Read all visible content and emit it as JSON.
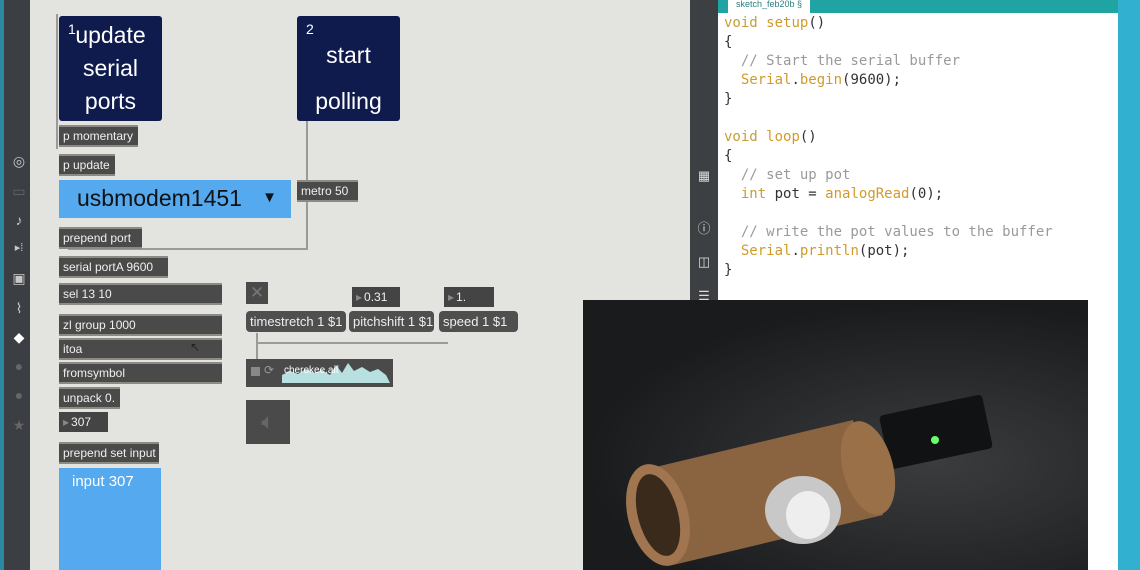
{
  "left_toolbar": {
    "icons": [
      "target-icon",
      "keyboard-icon",
      "music-note-icon",
      "media-step-icon",
      "image-icon",
      "paperclip-icon",
      "plug-icon",
      "p-icon",
      "b-icon",
      "star-icon"
    ]
  },
  "patch": {
    "update_button": {
      "number": "1",
      "label_lines": [
        "update",
        "serial",
        "ports"
      ]
    },
    "start_button": {
      "number": "2",
      "label_lines": [
        "start",
        "polling"
      ]
    },
    "objects": {
      "p_momentary": "p momentary",
      "p_update": "p update",
      "metro": "metro 50",
      "prepend_port": "prepend port",
      "serial": "serial portA 9600",
      "sel": "sel 13 10",
      "zl": "zl group 1000",
      "itoa": "itoa",
      "fromsymbol": "fromsymbol",
      "unpack": "unpack 0.",
      "prepend_set": "prepend set input"
    },
    "port_menu": {
      "selected": "usbmodem1451"
    },
    "number_box": "307",
    "input_display": "input 307",
    "pitch_value": "0.31",
    "speed_value": "1.",
    "messages": {
      "timestretch": "timestretch 1 $1",
      "pitchshift": "pitchshift 1 $1",
      "speed": "speed 1 $1"
    },
    "playlist": {
      "file": "cherokee.aif"
    }
  },
  "editor": {
    "tab": "sketch_feb20b §",
    "code": [
      [
        [
          "kw",
          "void "
        ],
        [
          "fn",
          "setup"
        ],
        [
          "",
          "()"
        ]
      ],
      [
        [
          "",
          "{"
        ]
      ],
      [
        [
          "cm",
          "  // Start the serial buffer"
        ]
      ],
      [
        [
          "fn",
          "  Serial"
        ],
        [
          "",
          "."
        ],
        [
          "fn",
          "begin"
        ],
        [
          "",
          "(9600);"
        ]
      ],
      [
        [
          "",
          "}"
        ]
      ],
      [
        [
          "",
          ""
        ]
      ],
      [
        [
          "kw",
          "void "
        ],
        [
          "fn",
          "loop"
        ],
        [
          "",
          "()"
        ]
      ],
      [
        [
          "",
          "{"
        ]
      ],
      [
        [
          "cm",
          "  // set up pot"
        ]
      ],
      [
        [
          "kw",
          "  int"
        ],
        [
          "",
          " pot = "
        ],
        [
          "fn",
          "analogRead"
        ],
        [
          "",
          "(0);"
        ]
      ],
      [
        [
          "",
          ""
        ]
      ],
      [
        [
          "cm",
          "  // write the pot values to the buffer"
        ]
      ],
      [
        [
          "fn",
          "  Serial"
        ],
        [
          "",
          "."
        ],
        [
          "fn",
          "println"
        ],
        [
          "",
          "(pot);"
        ]
      ],
      [
        [
          "",
          "}"
        ]
      ]
    ]
  },
  "colors": {
    "navy": "#0e1b4c",
    "blue": "#55a9ee",
    "teal": "#1fa3a3"
  }
}
